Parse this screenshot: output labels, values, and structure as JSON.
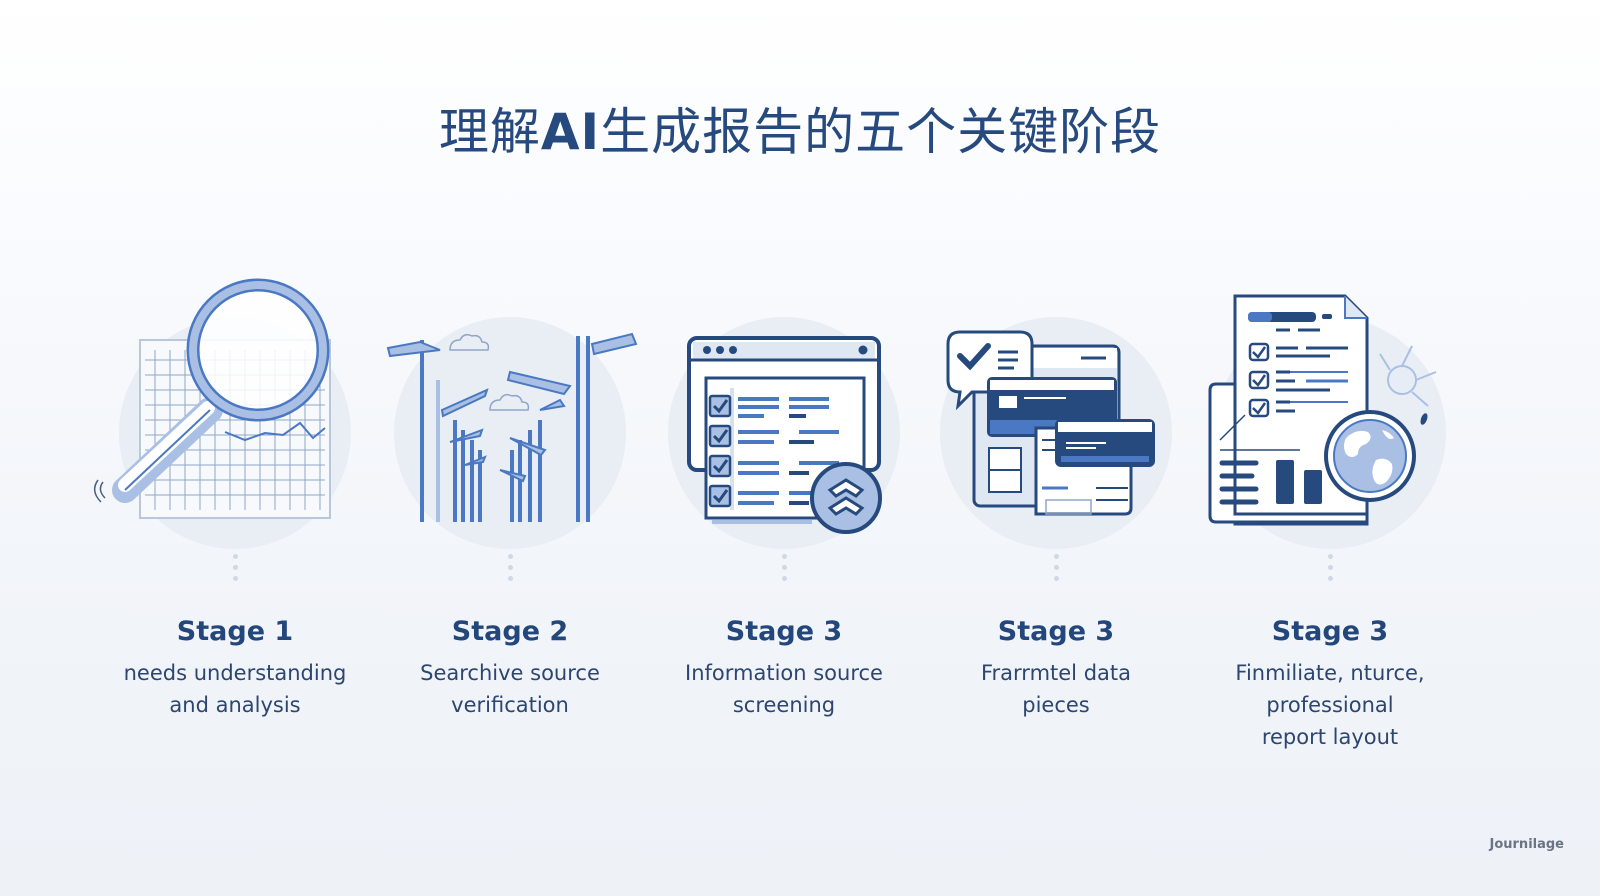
{
  "title": {
    "prefix": "理解",
    "highlight": "AI",
    "suffix": "生成报告的五个关键阶段"
  },
  "stages": [
    {
      "label": "Stage 1",
      "description": [
        "needs understanding",
        "and analysis"
      ],
      "icon": "magnifier-chart-icon"
    },
    {
      "label": "Stage 2",
      "description": [
        "Searchive source",
        "verification"
      ],
      "icon": "street-lamps-icon"
    },
    {
      "label": "Stage 3",
      "description": [
        "Information source",
        "screening"
      ],
      "icon": "checklist-browser-icon"
    },
    {
      "label": "Stage 3",
      "description": [
        "Frarrmtel data",
        "pieces"
      ],
      "icon": "data-windows-icon"
    },
    {
      "label": "Stage 3",
      "description": [
        "Finmiliate, nturce,",
        "professional",
        "report layout"
      ],
      "icon": "report-globe-icon"
    }
  ],
  "brand": "Journilage",
  "colors": {
    "primary": "#26497e",
    "accent": "#4a78c2",
    "light_accent": "#a9c0e4",
    "circle_bg": "#e9eef5"
  }
}
